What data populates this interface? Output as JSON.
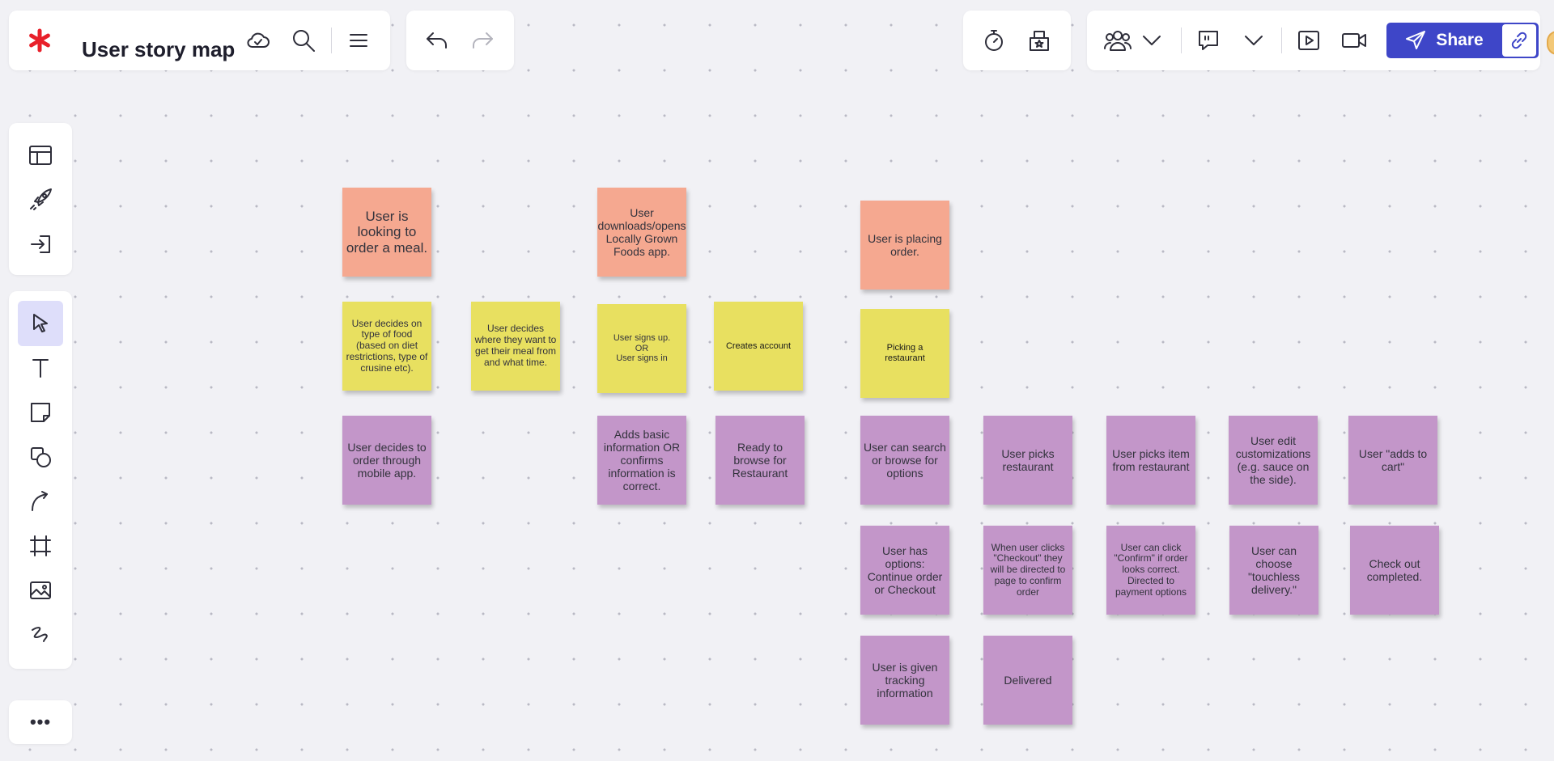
{
  "header": {
    "title": "User story map",
    "share_label": "Share"
  },
  "icons": {
    "logo": "asterisk-logo-icon",
    "cloud": "cloud-sync-icon",
    "search": "search-icon",
    "menu": "hamburger-menu-icon",
    "undo": "undo-icon",
    "redo": "redo-icon",
    "timer": "timer-icon",
    "vote": "vote-box-icon",
    "collaborators": "users-icon",
    "comment": "comment-icon",
    "present": "present-icon",
    "video": "video-icon",
    "share": "send-icon",
    "link": "link-icon"
  },
  "colors": {
    "accent": "#3e46c8",
    "logo": "#e8202a",
    "note_salmon": "#f5a890",
    "note_yellow": "#e8e060",
    "note_purple": "#c396c9"
  },
  "tools": {
    "top": [
      "templates",
      "launch",
      "import"
    ],
    "main": [
      "select",
      "text",
      "sticky-note",
      "shapes",
      "connector",
      "frame",
      "image",
      "pen"
    ],
    "more_label": "•••",
    "active": "select"
  },
  "notes": [
    {
      "color": "salmon",
      "text": "User is looking to order a meal."
    },
    {
      "color": "salmon",
      "text": "User downloads/opens Locally Grown Foods app."
    },
    {
      "color": "salmon",
      "text": "User is placing order."
    },
    {
      "color": "yellow",
      "text": "User decides on type of food (based on diet restrictions, type of crusine etc)."
    },
    {
      "color": "yellow",
      "text": "User decides where they want to get their meal from and what time."
    },
    {
      "color": "yellow",
      "text": "User signs up.\nOR\nUser signs in"
    },
    {
      "color": "yellow",
      "text": "Creates account"
    },
    {
      "color": "yellow",
      "text": "Picking a restaurant"
    },
    {
      "color": "purple",
      "text": "User decides to order through mobile app."
    },
    {
      "color": "purple",
      "text": "Adds basic information OR confirms information is correct."
    },
    {
      "color": "purple",
      "text": "Ready to browse for Restaurant"
    },
    {
      "color": "purple",
      "text": "User can search or browse for options"
    },
    {
      "color": "purple",
      "text": "User picks restaurant"
    },
    {
      "color": "purple",
      "text": "User picks item from restaurant"
    },
    {
      "color": "purple",
      "text": "User edit customizations (e.g. sauce on the side)."
    },
    {
      "color": "purple",
      "text": "User \"adds to cart\""
    },
    {
      "color": "purple",
      "text": "User has options: Continue order or Checkout"
    },
    {
      "color": "purple",
      "text": "When user clicks \"Checkout\" they will be directed to page to confirm order"
    },
    {
      "color": "purple",
      "text": "User can click \"Confirm\" if order looks correct. Directed to payment options"
    },
    {
      "color": "purple",
      "text": "User can choose \"touchless delivery.\""
    },
    {
      "color": "purple",
      "text": "Check out completed."
    },
    {
      "color": "purple",
      "text": "User is given tracking information"
    },
    {
      "color": "purple",
      "text": "Delivered"
    }
  ]
}
